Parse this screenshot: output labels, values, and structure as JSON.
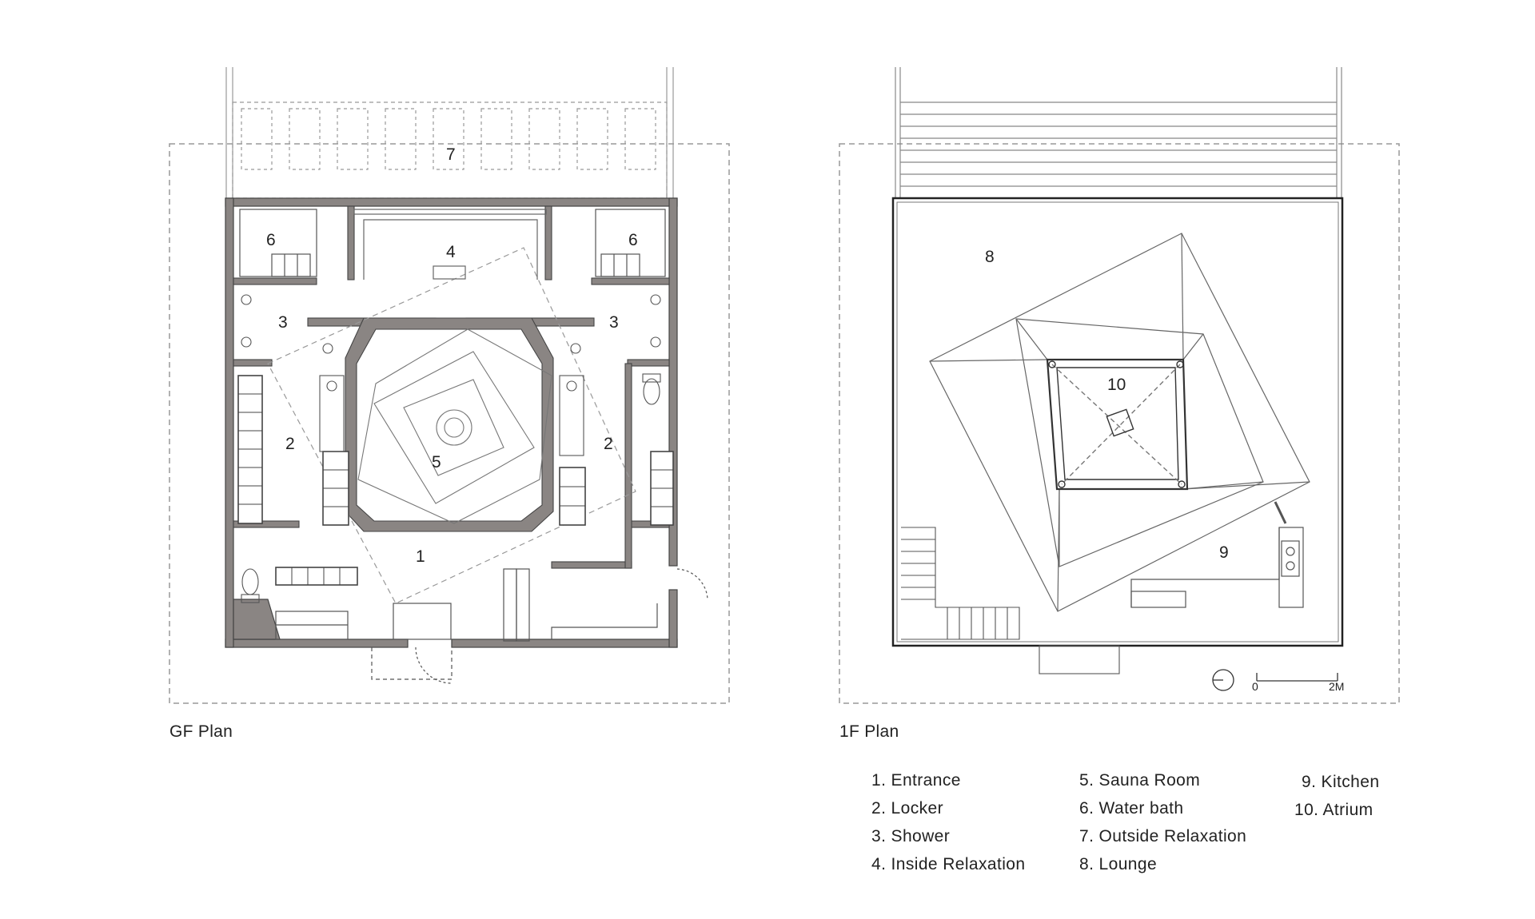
{
  "gf_plan": {
    "caption": "GF Plan",
    "room_labels": [
      "7",
      "6",
      "6",
      "4",
      "3",
      "3",
      "2",
      "2",
      "5",
      "1"
    ]
  },
  "f1_plan": {
    "caption": "1F Plan",
    "room_labels": [
      "8",
      "10",
      "9"
    ],
    "scale_bar": {
      "start_label": "0",
      "end_label": "2M"
    }
  },
  "legend": {
    "items": [
      "1. Entrance",
      "2. Locker",
      "3. Shower",
      "4. Inside Relaxation",
      "5. Sauna Room",
      "6. Water bath",
      "7. Outside Relaxation",
      "8. Lounge",
      "9. Kitchen",
      "10. Atrium"
    ]
  },
  "colors": {
    "wall_fill": "#8a8583",
    "line": "#555555",
    "dashed": "#999999"
  }
}
